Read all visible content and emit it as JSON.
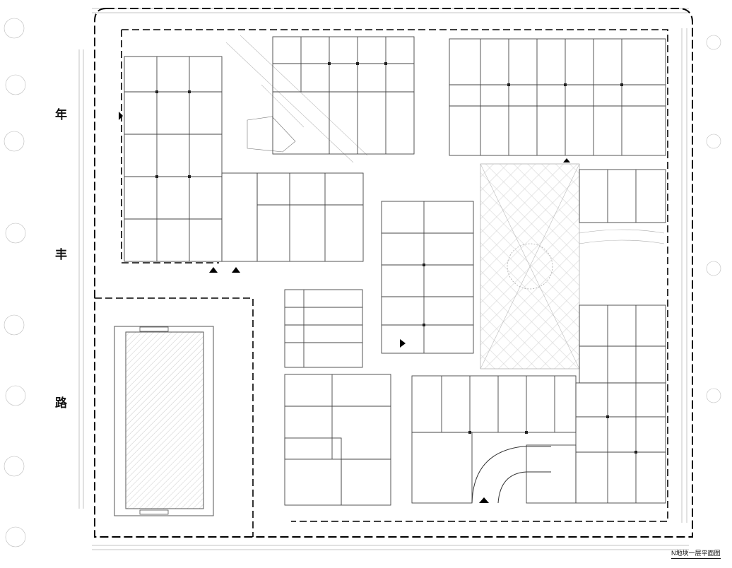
{
  "road": {
    "chars": [
      "年",
      "丰",
      "路"
    ]
  },
  "drawing_title": "N地块一层平面图",
  "colors": {
    "line": "#444444",
    "light": "#b8b8b8",
    "boundary": "#000000"
  }
}
